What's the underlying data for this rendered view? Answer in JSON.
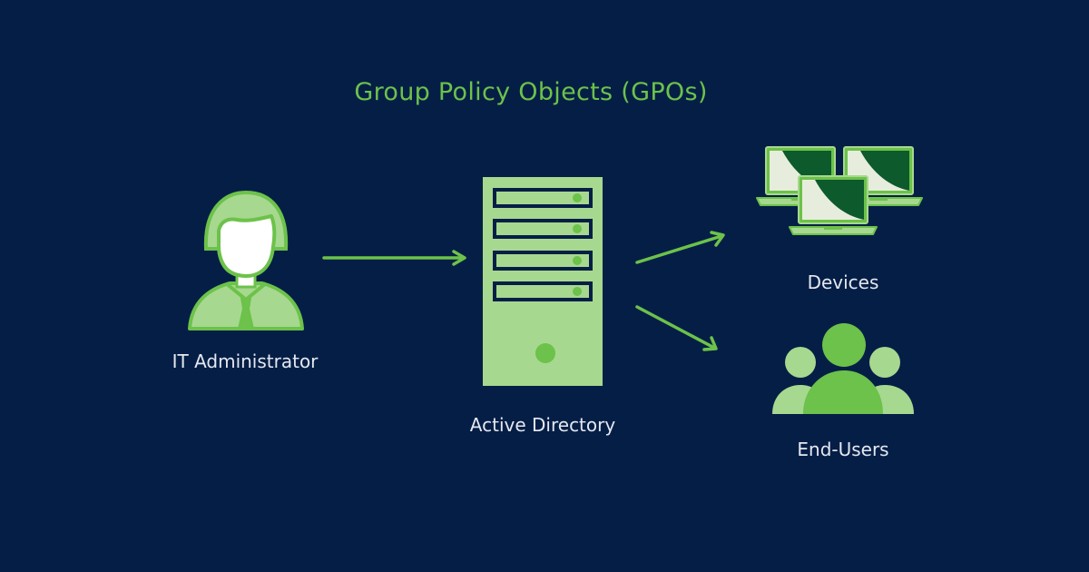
{
  "title": "Group Policy Objects (GPOs)",
  "nodes": {
    "admin": {
      "label": "IT Administrator",
      "icon": "person-icon"
    },
    "directory": {
      "label": "Active Directory",
      "icon": "server-icon"
    },
    "devices": {
      "label": "Devices",
      "icon": "laptops-icon"
    },
    "users": {
      "label": "End-Users",
      "icon": "user-group-icon"
    }
  },
  "connections": [
    {
      "from": "IT Administrator",
      "to": "Active Directory"
    },
    {
      "from": "Active Directory",
      "to": "Devices"
    },
    {
      "from": "Active Directory",
      "to": "End-Users"
    }
  ],
  "colors": {
    "background": "#051e46",
    "accent": "#6cc24a",
    "light": "#a7d88f",
    "text": "#e4e8f0"
  }
}
